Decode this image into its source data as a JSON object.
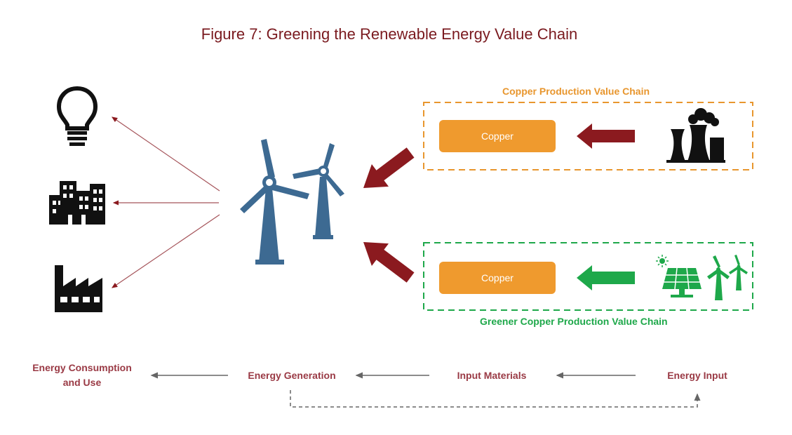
{
  "title": "Figure 7: Greening the Renewable Energy Value Chain",
  "copper_chain": {
    "label": "Copper Production Value Chain",
    "box_label": "Copper",
    "color": "#e8962e"
  },
  "greener_chain": {
    "label": "Greener Copper Production Value Chain",
    "box_label": "Copper",
    "color": "#1ea84a"
  },
  "stages": {
    "consumption": "Energy Consumption and Use",
    "generation": "Energy Generation",
    "materials": "Input Materials",
    "input": "Energy Input"
  },
  "colors": {
    "title": "#7a1a1f",
    "arrow_dark_red": "#8b1a1f",
    "copper_box": "#ef9a2e",
    "turbine_blue": "#3d6a92",
    "green_icons": "#1ea84a",
    "stage_text": "#9a3a45"
  },
  "icons": [
    "light-bulb-icon",
    "city-buildings-icon",
    "factory-icon",
    "wind-turbines-icon",
    "coal-power-plant-icon",
    "solar-wind-icon"
  ]
}
